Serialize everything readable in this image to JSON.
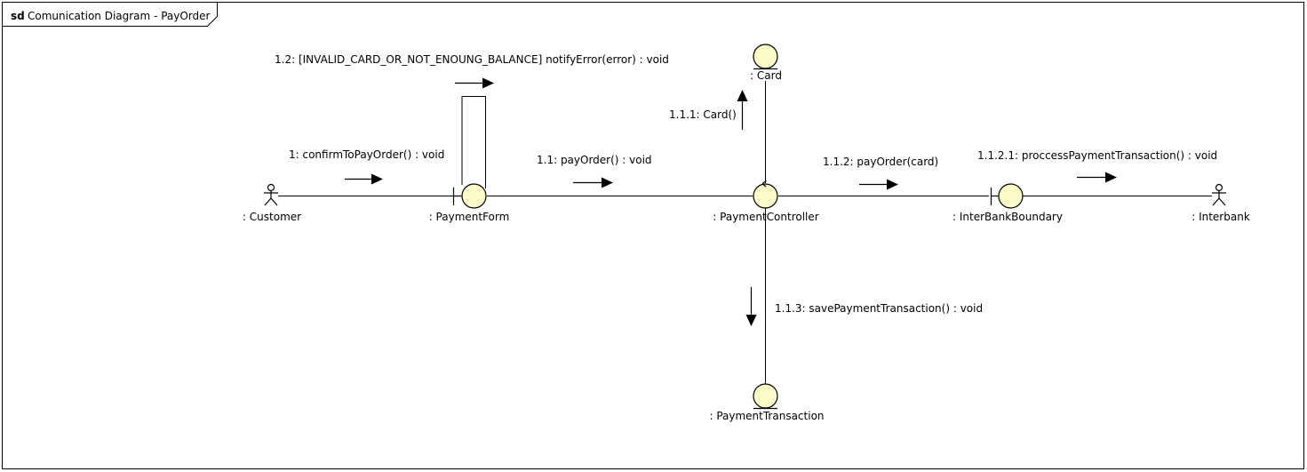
{
  "frame": {
    "keyword": "sd",
    "title": "Comunication Diagram - PayOrder"
  },
  "lifelines": {
    "customer": ": Customer",
    "payment_form": ": PaymentForm",
    "payment_controller": ": PaymentController",
    "interbank_boundary": ": InterBankBoundary",
    "interbank": ": Interbank",
    "card": ": Card",
    "payment_transaction": ": PaymentTransaction"
  },
  "messages": {
    "m1": "1: confirmToPayOrder() : void",
    "m1_1": "1.1: payOrder() : void",
    "m1_2": "1.2: [INVALID_CARD_OR_NOT_ENOUNG_BALANCE] notifyError(error) : void",
    "m1_1_1": "1.1.1: Card()",
    "m1_1_2": "1.1.2: payOrder(card)",
    "m1_1_2_1": "1.1.2.1: proccessPaymentTransaction() : void",
    "m1_1_3": "1.1.3: savePaymentTransaction() : void"
  },
  "colors": {
    "element_fill": "#fcfcc8",
    "stroke": "#000000"
  }
}
